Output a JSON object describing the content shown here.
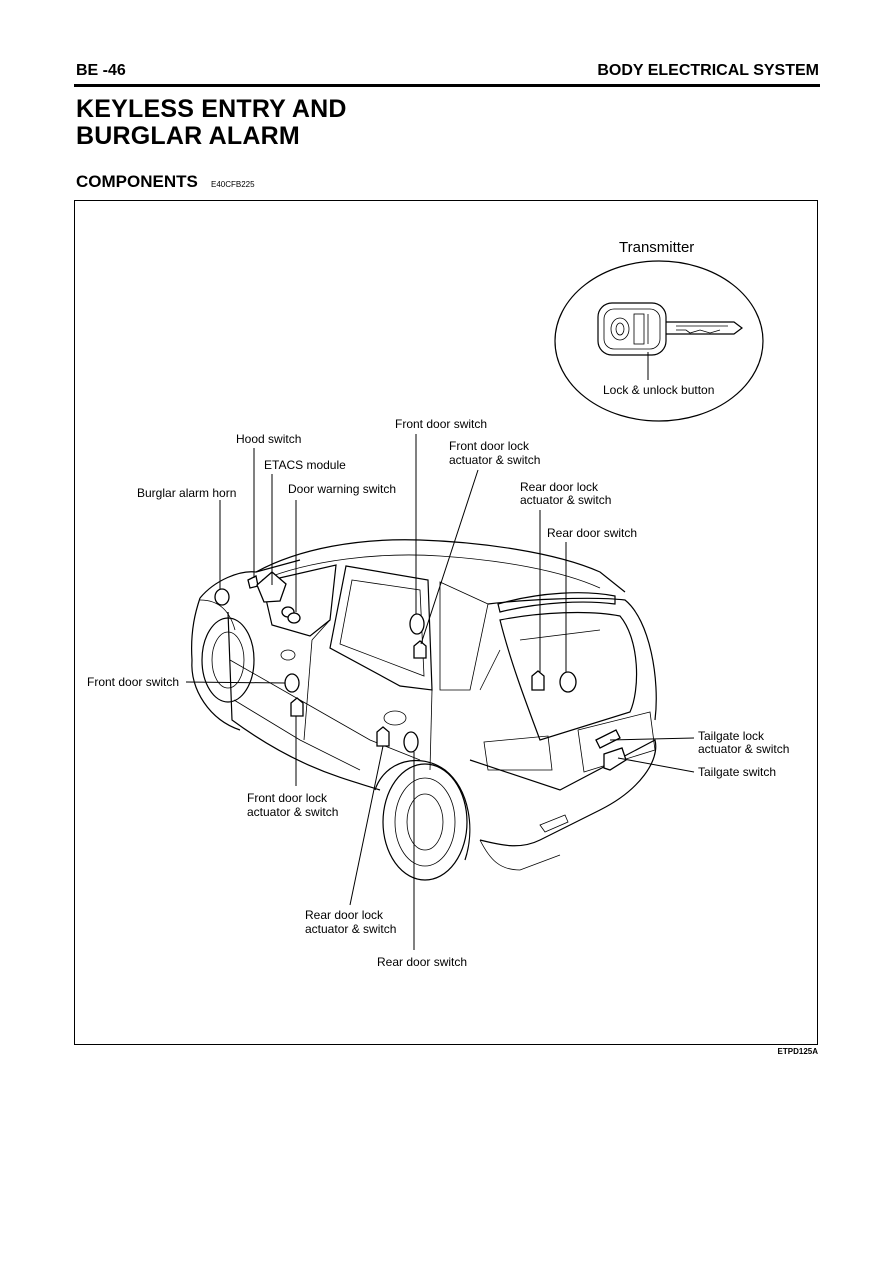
{
  "header": {
    "page_id": "BE -46",
    "section": "BODY ELECTRICAL SYSTEM"
  },
  "title_lines": [
    "KEYLESS ENTRY AND",
    "BURGLAR ALARM"
  ],
  "section_title": "COMPONENTS",
  "section_code": "E40CFB225",
  "figure_code": "ETPD125A",
  "labels": {
    "transmitter": "Transmitter",
    "lock_unlock_button": "Lock & unlock button",
    "front_door_switch_top": "Front door switch",
    "hood_switch": "Hood switch",
    "front_door_lock_top_1": "Front door lock",
    "front_door_lock_top_2": "actuator & switch",
    "etacs_module": "ETACS module",
    "burglar_alarm_horn": "Burglar alarm horn",
    "door_warning_switch": "Door warning switch",
    "rear_door_lock_top_1": "Rear door lock",
    "rear_door_lock_top_2": "actuator & switch",
    "rear_door_switch_top": "Rear door switch",
    "front_door_switch_left": "Front door switch",
    "tailgate_lock_1": "Tailgate lock",
    "tailgate_lock_2": "actuator & switch",
    "tailgate_switch": "Tailgate switch",
    "front_door_lock_bottom_1": "Front door lock",
    "front_door_lock_bottom_2": "actuator & switch",
    "rear_door_lock_bottom_1": "Rear door lock",
    "rear_door_lock_bottom_2": "actuator & switch",
    "rear_door_switch_bottom": "Rear door switch"
  }
}
